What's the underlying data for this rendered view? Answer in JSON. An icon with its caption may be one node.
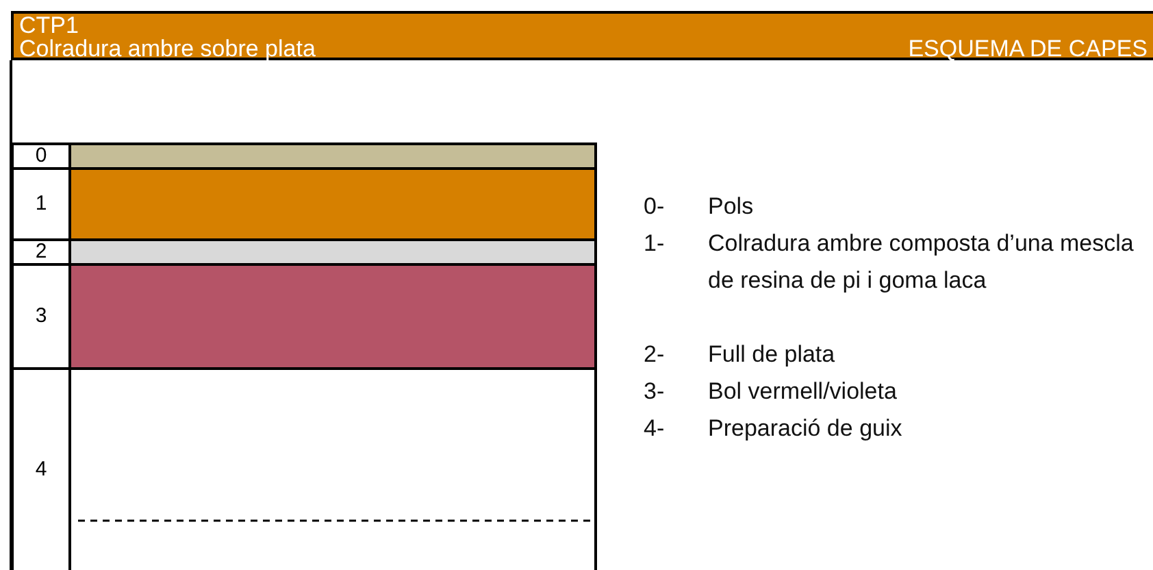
{
  "diagram": {
    "nodes": [
      {
        "text": [
          "CTP1",
          "Colradura ambre sobre plata",
          "ESQUEMA DE CAPES"
        ]
      }
    ],
    "labels": [
      "0",
      "1",
      "2",
      "3",
      "4",
      "0-",
      "Pols",
      "1-",
      "Colradura ambre composta d’una mescla de resina de pi i goma laca",
      "2-",
      "Full de plata",
      "3-",
      "Bol vermell/violeta",
      "4-",
      "Preparació de guix"
    ]
  }
}
